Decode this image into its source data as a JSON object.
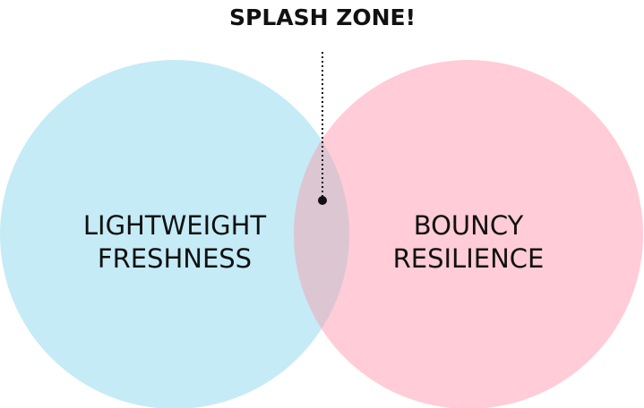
{
  "diagram": {
    "annotation": "SPLASH ZONE!",
    "left_set": {
      "line1": "LIGHTWEIGHT",
      "line2": "FRESHNESS",
      "color": "#c5ebf6"
    },
    "right_set": {
      "line1": "BOUNCY",
      "line2": "RESILIENCE",
      "color": "#ffccd7"
    },
    "overlap_color": "#dbc6d2",
    "ink_color": "#111111"
  }
}
